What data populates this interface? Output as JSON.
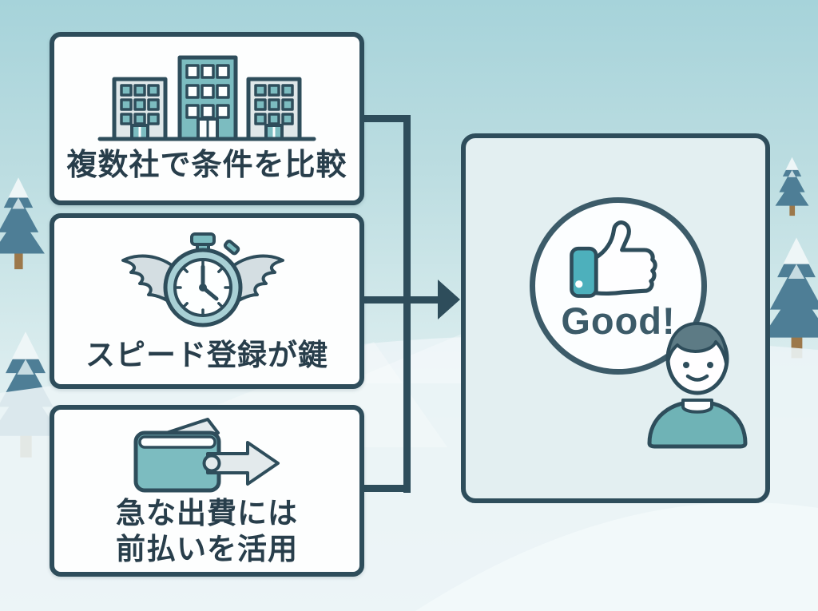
{
  "steps": [
    {
      "id": "compare",
      "label": "複数社で条件を比較",
      "icon": "buildings-icon"
    },
    {
      "id": "speed",
      "label": "スピード登録が鍵",
      "icon": "winged-stopwatch-icon"
    },
    {
      "id": "advance-pay",
      "label_line1": "急な出費には",
      "label_line2": "前払いを活用",
      "icon": "wallet-arrow-icon"
    }
  ],
  "result": {
    "label": "Good!",
    "icons": [
      "thumbs-up-icon",
      "person-icon"
    ]
  },
  "scene": {
    "description": "winter background with snowy fir trees"
  },
  "colors": {
    "outline": "#2e4d5b",
    "text": "#283e4b",
    "teal": "#7cbcc0",
    "teal_accent": "#4db0bc",
    "light_gray": "#e3eaec",
    "wing_gray": "#d4dee2",
    "card_bg": "#fdfefe",
    "result_bg": "#e3eff1",
    "circle_bg": "#fcfeff",
    "badge_text": "#3c5b69",
    "tree": "#4e7e96",
    "trunk": "#9c784a",
    "shirt": "#6fb3b6",
    "hair": "#5d7b85",
    "sky_top": "#a6d3da",
    "sky_bottom": "#f0f7f8",
    "window_white": "#fdffff",
    "building_gray": "#dfe7e9"
  }
}
